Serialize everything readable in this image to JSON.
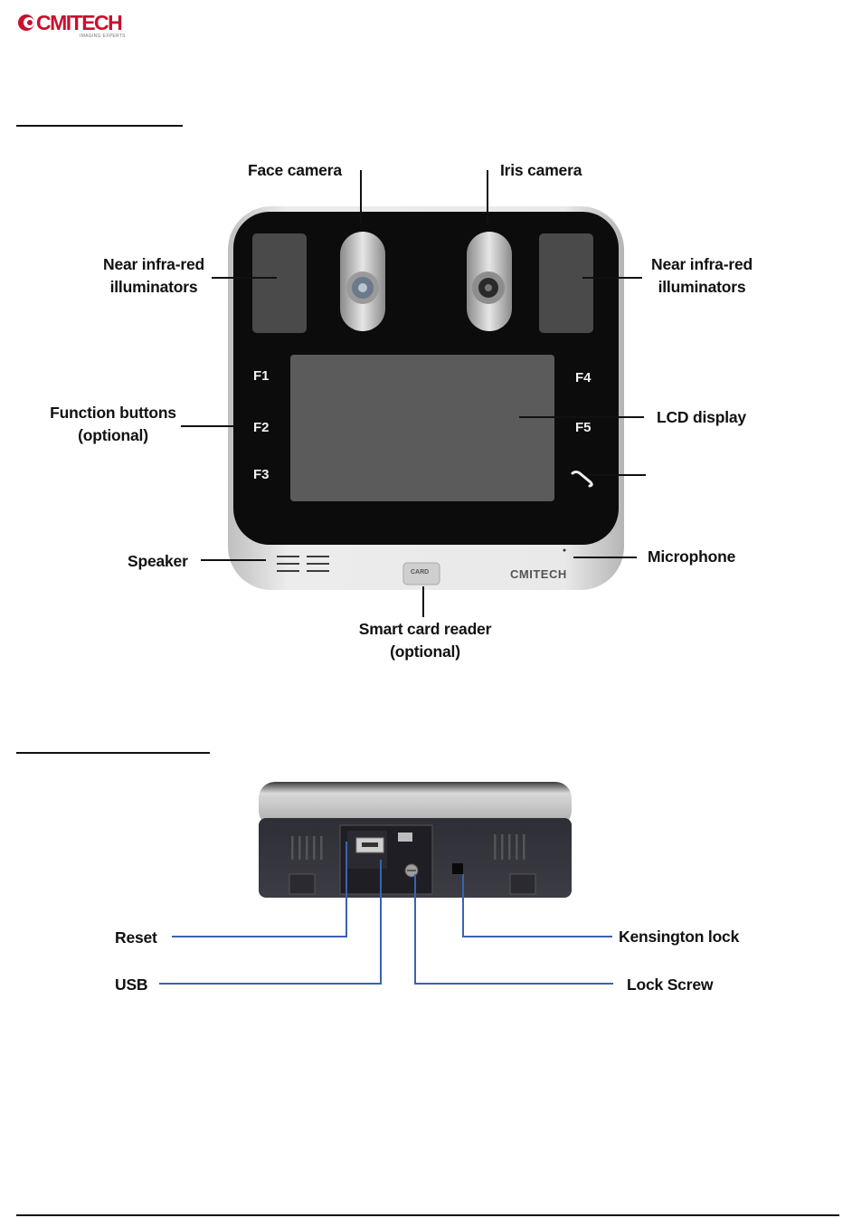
{
  "header": {
    "logo_text": "CMITECH",
    "logo_tagline": "IMAGING EXPERTS"
  },
  "front_view": {
    "device_brand": "CMITECH",
    "card_icon_text": "CARD",
    "keys": {
      "f1": "F1",
      "f2": "F2",
      "f3": "F3",
      "f4": "F4",
      "f5": "F5"
    },
    "labels": {
      "face_camera": "Face camera",
      "iris_camera": "Iris camera",
      "nir_left_1": "Near infra-red",
      "nir_left_2": "illuminators",
      "nir_right_1": "Near infra-red",
      "nir_right_2": "illuminators",
      "function_buttons_1": "Function buttons",
      "function_buttons_2": "(optional)",
      "lcd_display": "LCD display",
      "speaker": "Speaker",
      "microphone": "Microphone",
      "smart_card_1": "Smart card reader",
      "smart_card_2": "(optional)"
    }
  },
  "bottom_view": {
    "labels": {
      "reset": "Reset",
      "usb": "USB",
      "kensington_lock": "Kensington lock",
      "lock_screw": "Lock Screw"
    }
  },
  "colors": {
    "brand_red": "#c8102e",
    "callout_blue": "#3a63b0",
    "bezel": "#0c0c0c",
    "lcd": "#5b5b5b",
    "body_silver": "#d9d9d9"
  }
}
